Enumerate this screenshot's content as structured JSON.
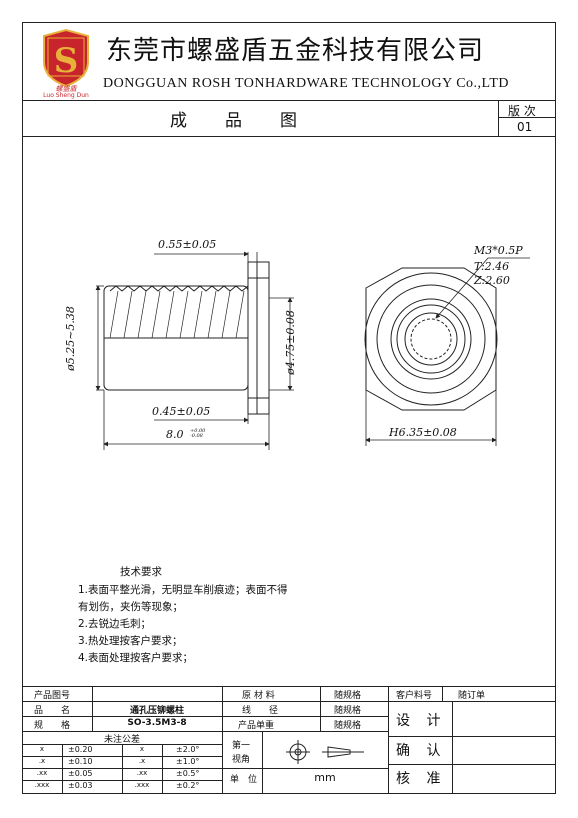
{
  "company": {
    "name_cn": "东莞市螺盛盾五金科技有限公司",
    "name_en": "DONGGUAN ROSH TONHARDWARE TECHNOLOGY Co.,LTD",
    "logo_letter": "S",
    "logo_cn": "螺盛盾",
    "logo_pinyin": "Luo Sheng Dun",
    "logo_colors": {
      "primary": "#c8242b",
      "accent": "#e8b23a"
    }
  },
  "document": {
    "title": "成品图",
    "version_label": "版 次",
    "version_value": "01"
  },
  "drawing": {
    "dim_flange": "0.55±0.05",
    "dim_thread_dia": "ø5.25~5.38",
    "dim_shank_dia": "ø4.75±0.08",
    "dim_head_len": "0.45±0.05",
    "dim_length": "8.0",
    "dim_length_tol": "+0.00 -0.08",
    "dim_hex": "H6.35±0.08",
    "thread_spec": "M3*0.5P",
    "thread_t": "T:2.46",
    "thread_z": "Z:2.60"
  },
  "requirements": {
    "heading": "技术要求",
    "items": [
      "1.表面平整光滑，无明显车削痕迹；表面不得",
      "有划伤，夹伤等现象；",
      "2.去锐边毛刺；",
      "3.热处理按客户要求；",
      "4.表面处理按客户要求；"
    ]
  },
  "title_block": {
    "part_no_label": "产品图号",
    "part_no_value": "",
    "name_label": "品　　名",
    "name_value": "通孔压铆螺柱",
    "spec_label": "规　　格",
    "spec_value": "SO-3.5M3-8",
    "tol_label": "未注公差",
    "material_label": "原 材 料",
    "material_value": "随规格",
    "wire_label": "线　　径",
    "wire_value": "随规格",
    "weight_label": "产品单重",
    "weight_value": "随规格",
    "customer_no_label": "客户料号",
    "customer_no_value": "随订单",
    "projection_label_1": "第一",
    "projection_label_2": "视角",
    "unit_label": "单　位",
    "unit_value": "mm",
    "design_label": "设 计",
    "confirm_label": "确 认",
    "check_label": "核 准",
    "tolerances": [
      {
        "lin_key": "x",
        "lin_val": "±0.20",
        "ang_key": "x",
        "ang_val": "±2.0°"
      },
      {
        "lin_key": ".x",
        "lin_val": "±0.10",
        "ang_key": ".x",
        "ang_val": "±1.0°"
      },
      {
        "lin_key": ".xx",
        "lin_val": "±0.05",
        "ang_key": ".xx",
        "ang_val": "±0.5°"
      },
      {
        "lin_key": ".xxx",
        "lin_val": "±0.03",
        "ang_key": ".xxx",
        "ang_val": "±0.2°"
      }
    ]
  }
}
